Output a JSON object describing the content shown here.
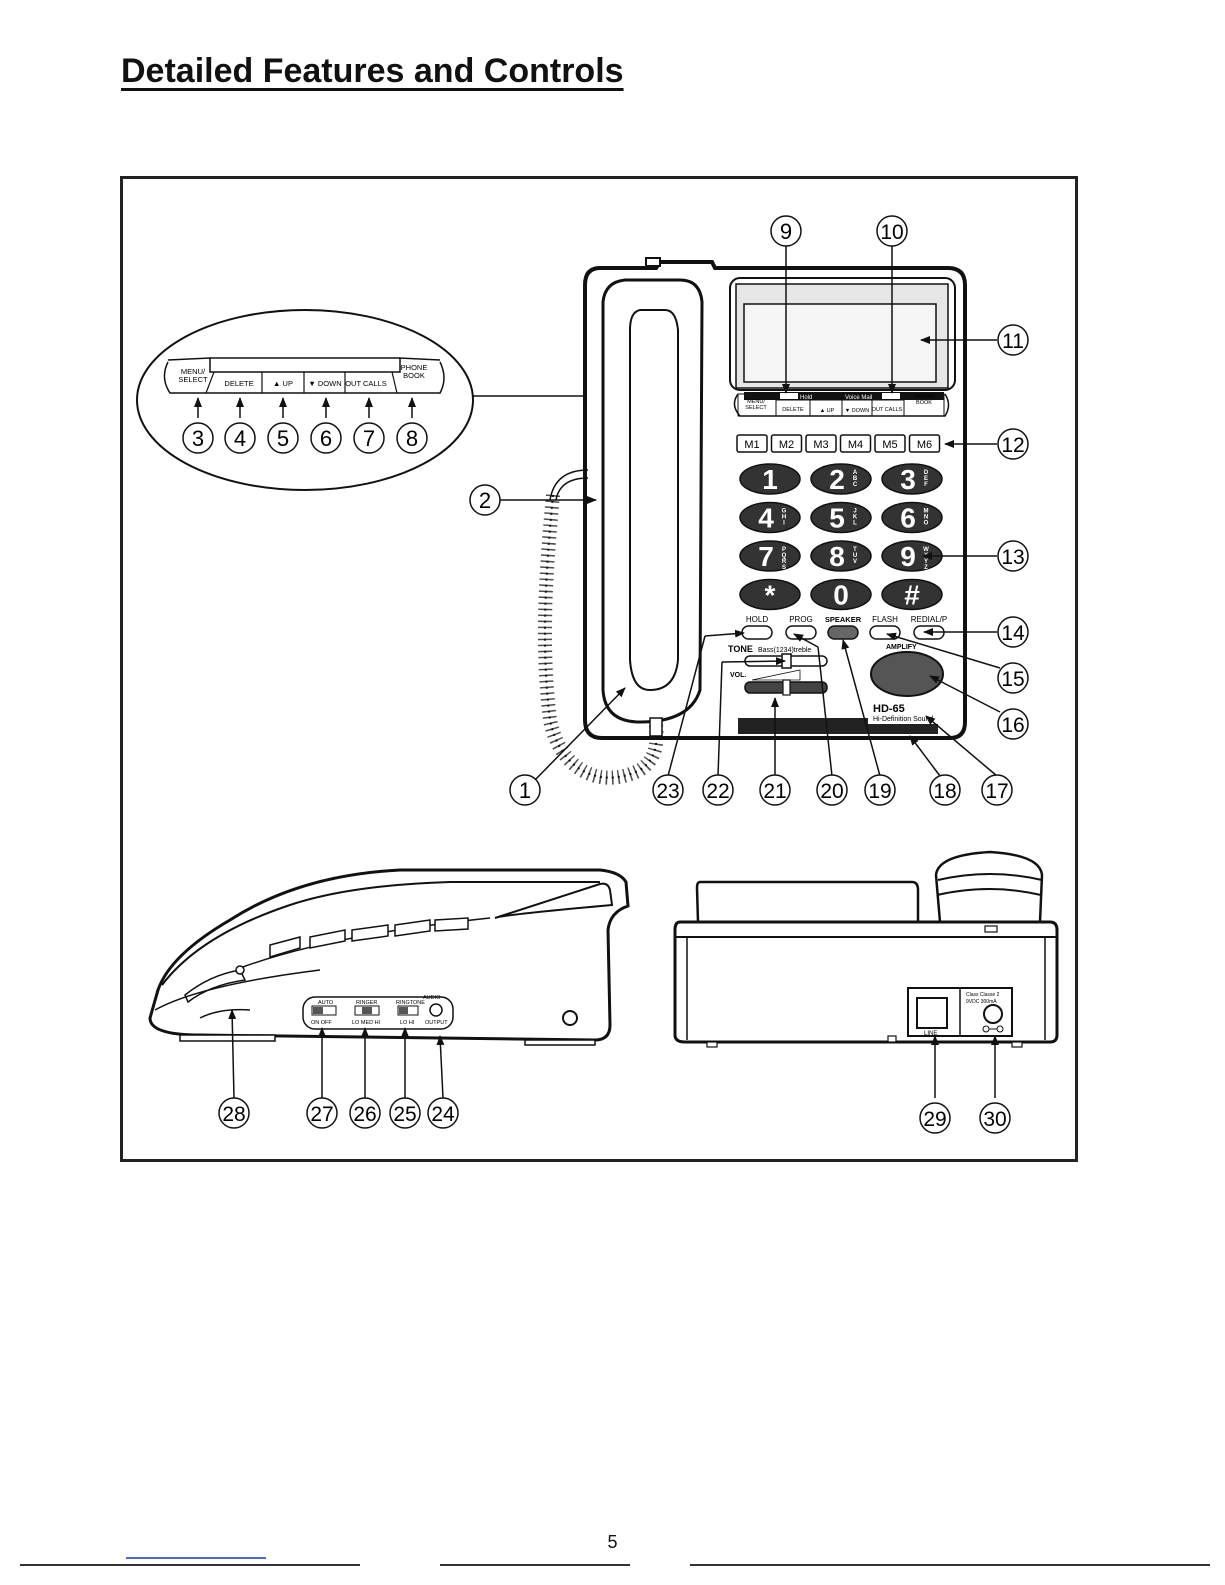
{
  "page": {
    "title": "Detailed Features and Controls",
    "page_number": "5"
  },
  "callouts": [
    "1",
    "2",
    "3",
    "4",
    "5",
    "6",
    "7",
    "8",
    "9",
    "10",
    "11",
    "12",
    "13",
    "14",
    "15",
    "16",
    "17",
    "18",
    "19",
    "20",
    "21",
    "22",
    "23",
    "24",
    "25",
    "26",
    "27",
    "28",
    "29",
    "30"
  ],
  "inset_keys": [
    "MENU/\nSELECT",
    "DELETE",
    "▲ UP",
    "▼ DOWN",
    "OUT CALLS",
    "PHONE\nBOOK"
  ],
  "phone": {
    "lcd_labels": {
      "hold": "Hold",
      "voice_mail": "Voice Mail"
    },
    "nav_keys": [
      "MENU/\nSELECT",
      "DELETE",
      "▲ UP",
      "▼ DOWN",
      "OUT CALLS",
      "PHONE\nBOOK"
    ],
    "memory_keys": [
      "M1",
      "M2",
      "M3",
      "M4",
      "M5",
      "M6"
    ],
    "keypad": [
      {
        "digit": "1",
        "letters": ""
      },
      {
        "digit": "2",
        "letters": "ABC"
      },
      {
        "digit": "3",
        "letters": "DEF"
      },
      {
        "digit": "4",
        "letters": "GHI"
      },
      {
        "digit": "5",
        "letters": "JKL"
      },
      {
        "digit": "6",
        "letters": "MNO"
      },
      {
        "digit": "7",
        "letters": "PQRS"
      },
      {
        "digit": "8",
        "letters": "TUV"
      },
      {
        "digit": "9",
        "letters": "WXYZ"
      },
      {
        "digit": "*",
        "letters": ""
      },
      {
        "digit": "0",
        "letters": ""
      },
      {
        "digit": "#",
        "letters": ""
      }
    ],
    "function_keys": [
      "HOLD",
      "PROG",
      "SPEAKER",
      "FLASH",
      "REDIAL/P"
    ],
    "tone_label": "TONE",
    "tone_scale": "Bass(1234)treble",
    "vol_label": "VOL.",
    "amplify_label": "AMPLIFY",
    "model": "HD-65",
    "model_sub": "Hi-Definition Sound"
  },
  "side_view": {
    "auto_label": "AUTO",
    "auto_positions": "ON  OFF",
    "ringer_label": "RINGER",
    "ringer_positions": "LO MED HI",
    "ringtone_label": "RINGTONE",
    "ringtone_positions": "LO  HI",
    "audio_label": "AUDIO",
    "output_label": "OUTPUT"
  },
  "back_view": {
    "line_label": "LINE",
    "power_class": "Class Classe 2",
    "power_rating": "9VDC    300mA"
  }
}
